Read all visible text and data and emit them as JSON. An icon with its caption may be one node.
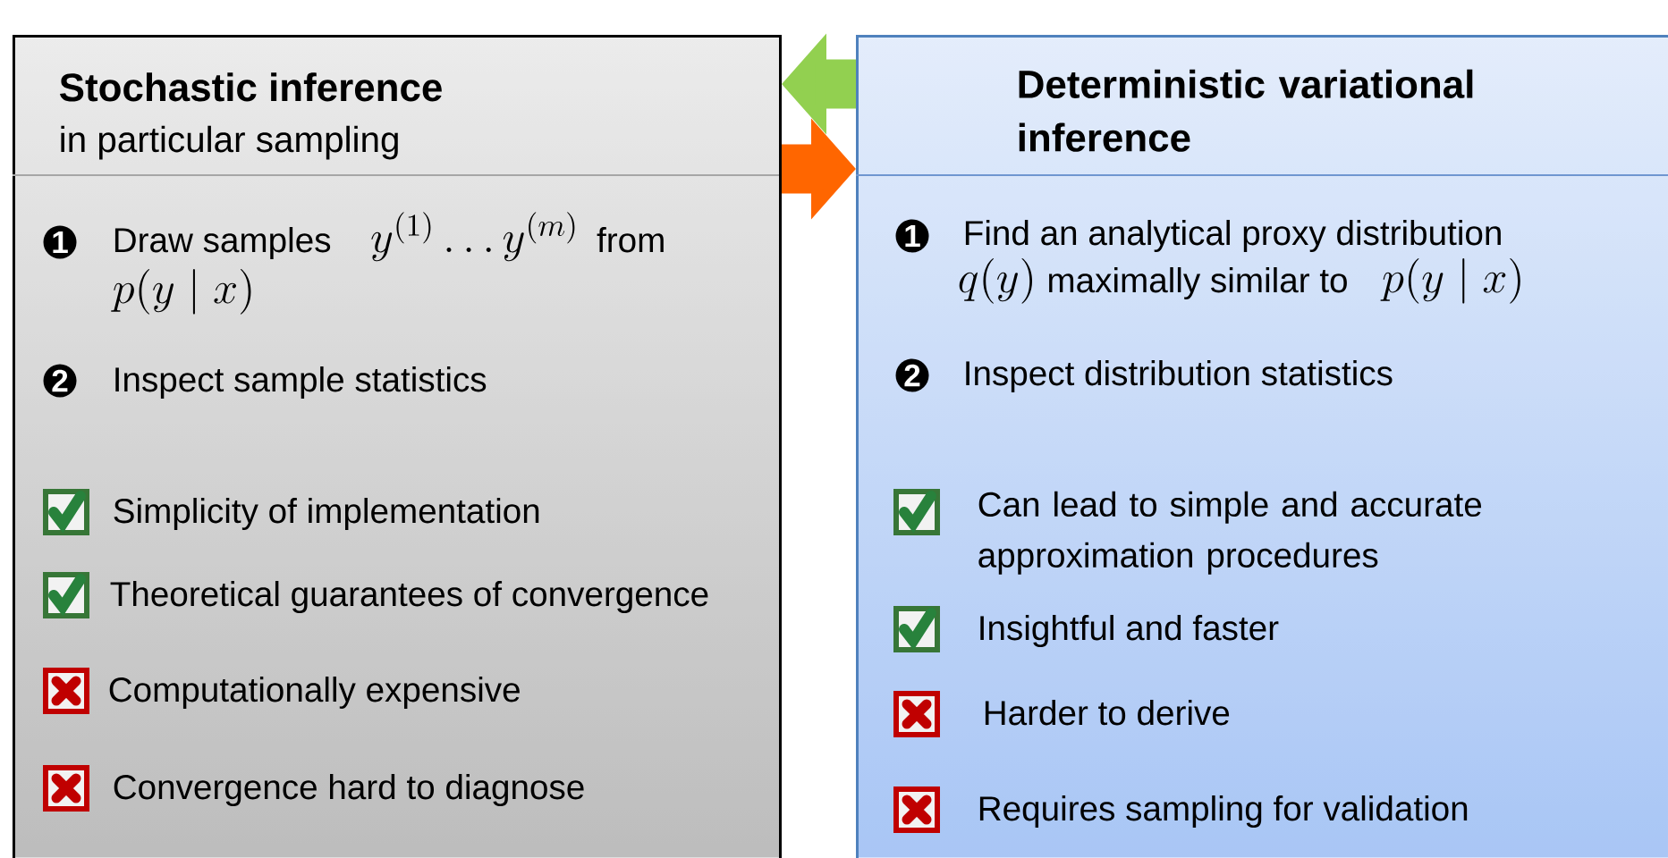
{
  "diagram": {
    "nodes": [
      {
        "text": [
          "Stochastic inference",
          "in particular sampling",
          "1",
          "Draw samples",
          "y^{(1)} \\ldots y^{(m)}",
          "from",
          "p(y \\mid x)",
          "2",
          "Inspect sample statistics",
          "Simplicity of implementation",
          "Theoretical guarantees of convergence",
          "Computationally expensive",
          "Convergence hard to diagnose"
        ]
      },
      {
        "text": [
          "Deterministic variational inference",
          "1",
          "Find an analytical proxy distribution",
          "q(y)",
          "maximally similar to",
          "p(y \\mid x)",
          "2",
          "Inspect distribution statistics",
          "Can lead to simple and accurate approximation procedures",
          "Insightful and faster",
          "Harder to derive",
          "Requires sampling for validation"
        ]
      }
    ],
    "edges": [
      {
        "from": 1,
        "to": 0,
        "arrow": "to",
        "color": "#92d050"
      },
      {
        "from": 0,
        "to": 1,
        "arrow": "to",
        "color": "#ff6600"
      }
    ]
  }
}
